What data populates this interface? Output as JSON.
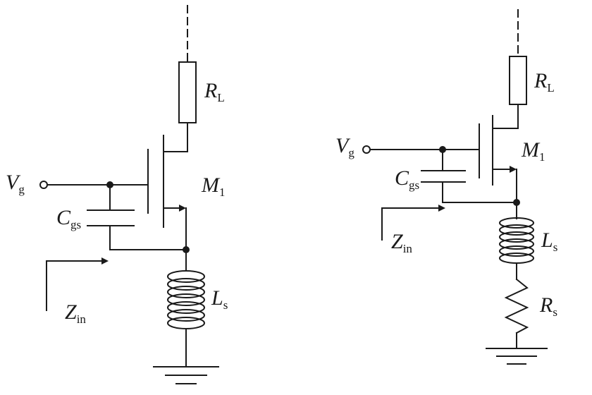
{
  "left_circuit": {
    "labels": {
      "RL": {
        "main": "R",
        "sub": "L"
      },
      "Vg": {
        "main": "V",
        "sub": "g"
      },
      "M1": {
        "main": "M",
        "sub": "1"
      },
      "Cgs": {
        "main": "C",
        "sub": "gs"
      },
      "Zin": {
        "main": "Z",
        "sub": "in"
      },
      "Ls": {
        "main": "L",
        "sub": "s"
      }
    }
  },
  "right_circuit": {
    "labels": {
      "RL": {
        "main": "R",
        "sub": "L"
      },
      "Vg": {
        "main": "V",
        "sub": "g"
      },
      "M1": {
        "main": "M",
        "sub": "1"
      },
      "Cgs": {
        "main": "C",
        "sub": "gs"
      },
      "Zin": {
        "main": "Z",
        "sub": "in"
      },
      "Ls": {
        "main": "L",
        "sub": "s"
      },
      "Rs": {
        "main": "R",
        "sub": "s"
      }
    }
  }
}
